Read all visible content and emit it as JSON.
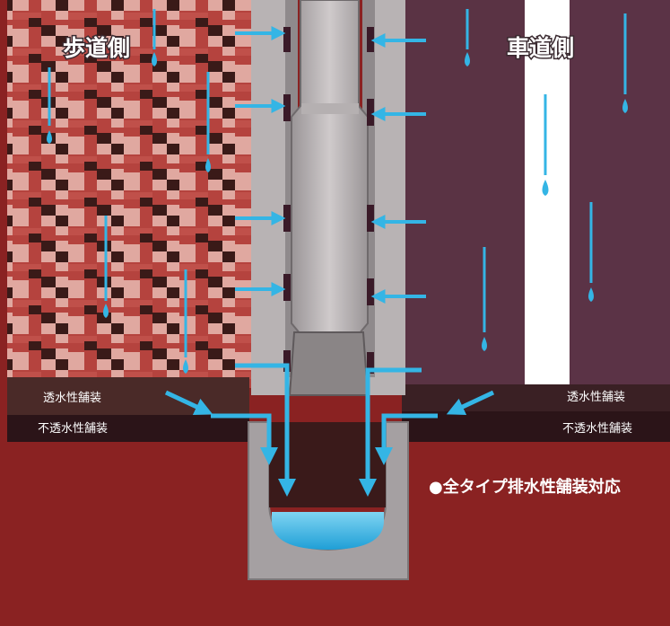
{
  "labels": {
    "sidewalk_side": "歩道側",
    "roadway_side": "車道側",
    "permeable_pavement_left": "透水性舗装",
    "impermeable_pavement_left": "不透水性舗装",
    "permeable_pavement_right": "透水性舗装",
    "impermeable_pavement_right": "不透水性舗装",
    "feature_note": "●全タイプ排水性舗装対応"
  },
  "colors": {
    "soil": "#8a2222",
    "brick_red": "#b5433e",
    "brick_dark": "#3a1a18",
    "brick_light": "#e0a8a0",
    "road_purple": "#5a3344",
    "impermeable_layer": "#2b1418",
    "permeable_layer": "#6b3a34",
    "concrete": "#a5a0a2",
    "concrete_dark": "#7d787a",
    "water": "#2eaee0",
    "arrow": "#34b5e5",
    "white_line": "#ffffff"
  },
  "icons": [
    "rain-drop-icon",
    "water-flow-arrow-icon"
  ]
}
